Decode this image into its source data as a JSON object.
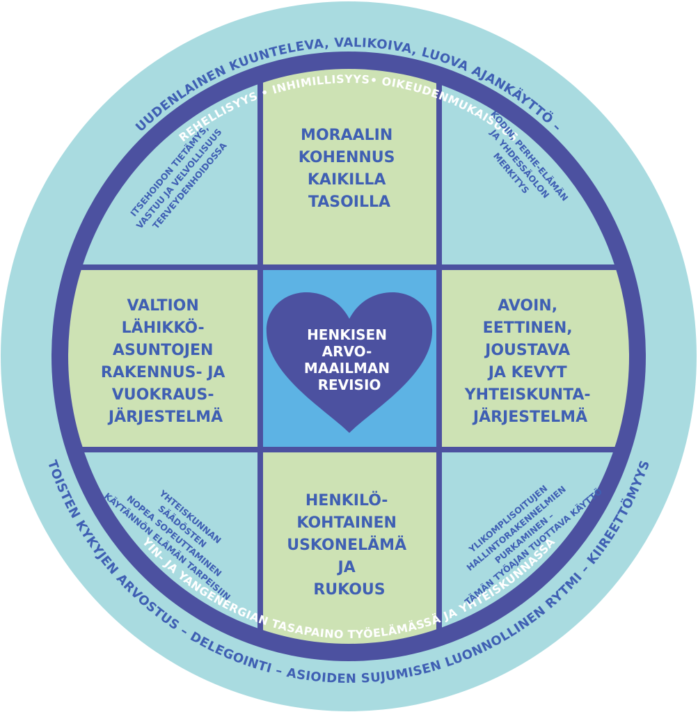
{
  "colors": {
    "outer_ring": "#a9dbe0",
    "inner_ring": "#4c51a0",
    "green_panel": "#cde2b4",
    "light_blue_panel": "#a9dbe0",
    "center_square": "#5db3e4",
    "heart": "#4c51a0",
    "text_blue": "#3f5fb3",
    "text_white": "#ffffff"
  },
  "outer_ring": {
    "top_text": "UUDENLAINEN KUUNTELEVA, VALIKOIVA, LUOVA AJANKÄYTTÖ –",
    "bottom_text": "TOISTEN KYKYJEN ARVOSTUS – DELEGOINTI – ASIOIDEN SUJUMISEN LUONNOLLINEN RYTMI – KIIREETTÖMYYS"
  },
  "inner_ring": {
    "top_text": "REHELLISYYS • INHIMILLISYYS• OIKEUDENMUKAISUUS",
    "bottom_text": "YIN- JA YANGENERGIAN TASAPAINO TYÖELÄMÄSSÄ JA YHTEISKUNNASSA"
  },
  "center": {
    "heart_lines": [
      "HENKISEN",
      "ARVO-",
      "MAAILMAN",
      "REVISIO"
    ]
  },
  "panels": {
    "top": [
      "MORAALIN",
      "KOHENNUS",
      "KAIKILLA",
      "TASOILLA"
    ],
    "left": [
      "VALTION",
      "LÄHIKKÖ-",
      "ASUNTOJEN",
      "RAKENNUS- JA",
      "VUOKRAUS-",
      "JÄRJESTELMÄ"
    ],
    "right": [
      "AVOIN,",
      "EETTINEN,",
      "JOUSTAVA",
      "JA KEVYT",
      "YHTEISKUNTA-",
      "JÄRJESTELMÄ"
    ],
    "bottom": [
      "HENKILÖ-",
      "KOHTAINEN",
      "USKONELÄMÄ",
      "JA",
      "RUKOUS"
    ]
  },
  "quadrants": {
    "top_left": [
      "ITSEHOIDON TIETÄMYS,",
      "VASTUU JA VELVOLLISUUS",
      "TERVEYDENHOIDOSSA"
    ],
    "top_right": [
      "KODIN, PERHE-ELÄMÄN",
      "JA YHDESSÄOLON",
      "MERKITYS"
    ],
    "bottom_left": [
      "YHTEISKUNNAN",
      "SÄÄDÖSTEN",
      "NOPEA SOPEUTTAMINEN",
      "KÄYTÄNNÖN ELÄMÄN TARPEISIIN"
    ],
    "bottom_right": [
      "YLIKOMPLISOITUJEN",
      "HALLINTORAKENNELMIEN",
      "PURKAMINEN –",
      "TÄMÄN TYÖAJAN TUOTTAVA KÄYTTÖ"
    ]
  }
}
